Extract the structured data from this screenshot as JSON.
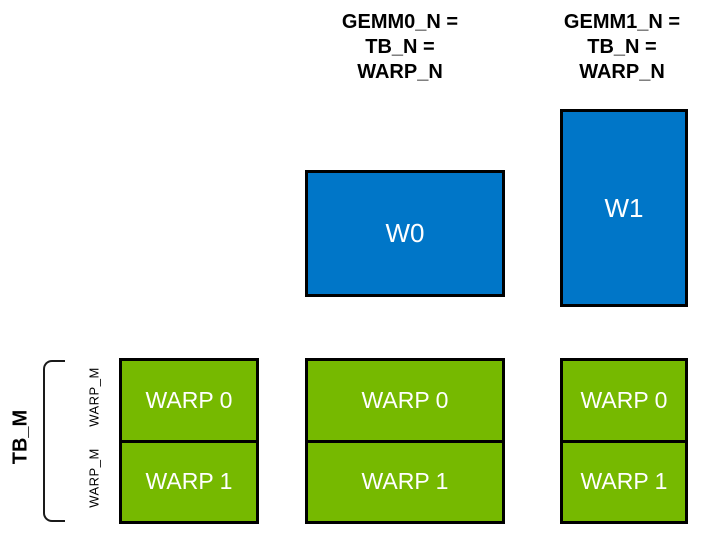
{
  "colors": {
    "warp_tile_green": "#76B900",
    "accumulator_blue": "#0076C8",
    "outline_black": "#000000"
  },
  "column_headers": [
    {
      "text": "GEMM0_N =\nTB_N =\nWARP_N"
    },
    {
      "text": "GEMM1_N =\nTB_N =\nWARP_N"
    }
  ],
  "left_axis": {
    "bracket_label": "TB_M",
    "warp_row_labels": [
      "WARP_M",
      "WARP_M"
    ]
  },
  "accumulator_tiles": [
    {
      "label": "W0"
    },
    {
      "label": "W1"
    }
  ],
  "warp_tile_columns": [
    {
      "cells": [
        "WARP 0",
        "WARP 1"
      ]
    },
    {
      "cells": [
        "WARP 0",
        "WARP 1"
      ]
    },
    {
      "cells": [
        "WARP 0",
        "WARP 1"
      ]
    }
  ]
}
